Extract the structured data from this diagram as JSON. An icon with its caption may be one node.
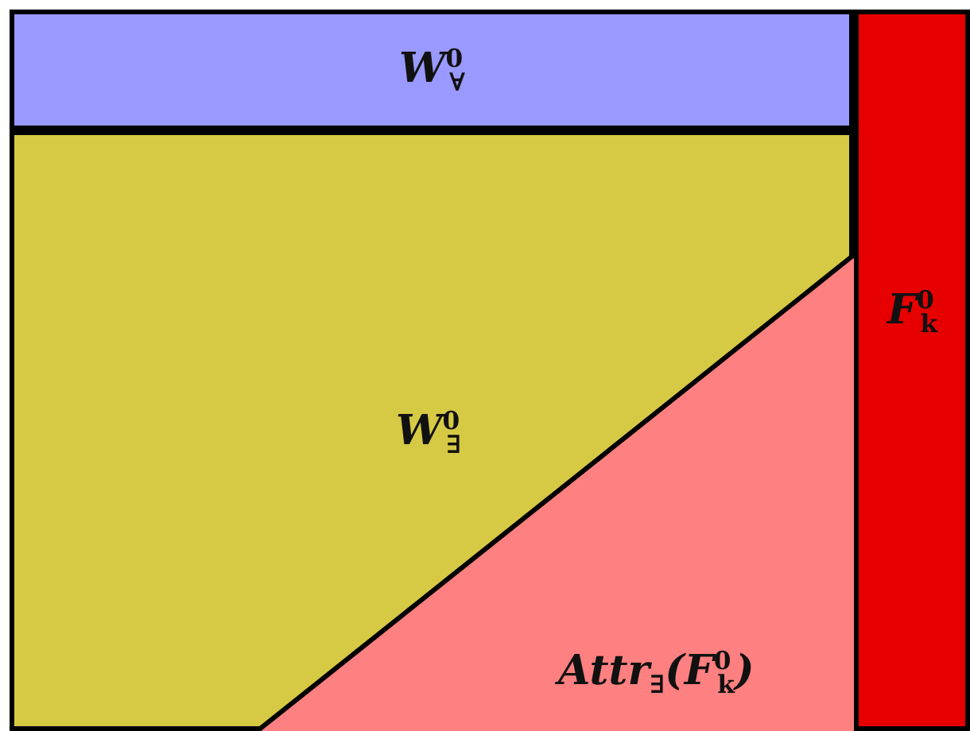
{
  "diagram": {
    "nodes": [
      {
        "text": [
          "W$^{0}$$_{∀}$"
        ]
      },
      {
        "text": [
          "W$^{0}$$_{∃}$"
        ]
      },
      {
        "text": [
          "Attr$_{∃}$(F$^{0}$$_{k}$)"
        ],
        "in": 1
      },
      {
        "text": [
          "F$^{0}$$_{k}$"
        ]
      }
    ]
  }
}
